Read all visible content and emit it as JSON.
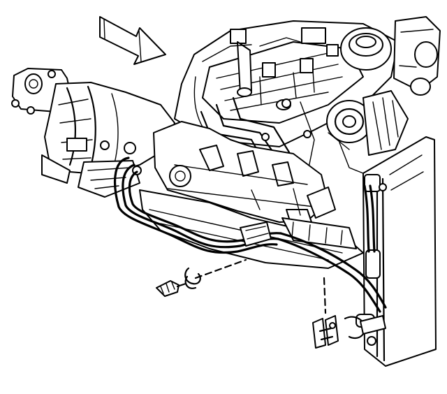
{
  "diagram": {
    "components": [
      {
        "id": "front-direction-arrow",
        "icon": "arrow-right-icon"
      },
      {
        "id": "transmission",
        "icon": "transmission-icon"
      },
      {
        "id": "engine",
        "icon": "engine-icon"
      },
      {
        "id": "exhaust-manifold",
        "icon": "manifold-icon"
      },
      {
        "id": "alternator",
        "icon": "alternator-icon"
      },
      {
        "id": "radiator",
        "icon": "radiator-icon"
      },
      {
        "id": "cooler-lines",
        "icon": "pipe-icon"
      },
      {
        "id": "line-clip",
        "icon": "clip-icon"
      },
      {
        "id": "retaining-bolt",
        "icon": "bolt-icon"
      },
      {
        "id": "fitting-bracket",
        "icon": "bracket-icon"
      }
    ],
    "colors": {
      "ink": "#000000",
      "paper": "#ffffff"
    }
  }
}
